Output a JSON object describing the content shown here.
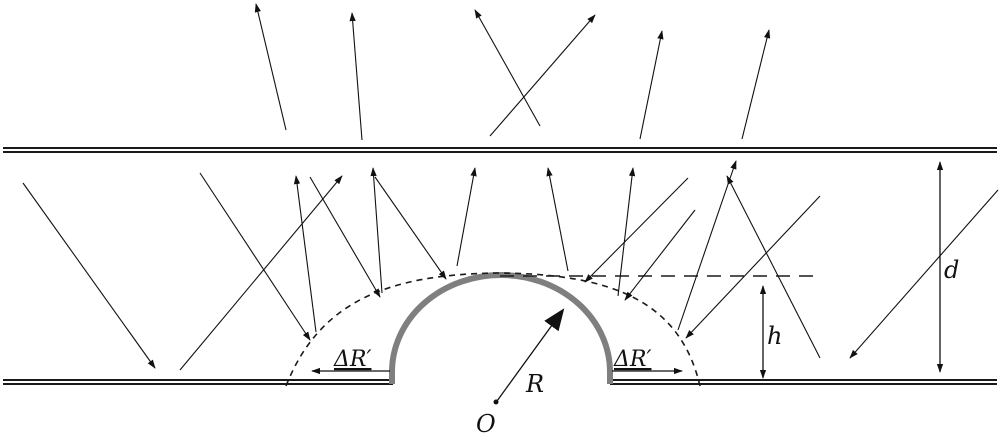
{
  "labels": {
    "d": "d",
    "h": "h",
    "R": "R",
    "O": "O",
    "delta_r_left": "ΔR′",
    "delta_r_right": "ΔR′"
  },
  "colors": {
    "line": "#1a1a1a",
    "hemisphere": "#7f7f7f",
    "arrow": "#111111"
  }
}
